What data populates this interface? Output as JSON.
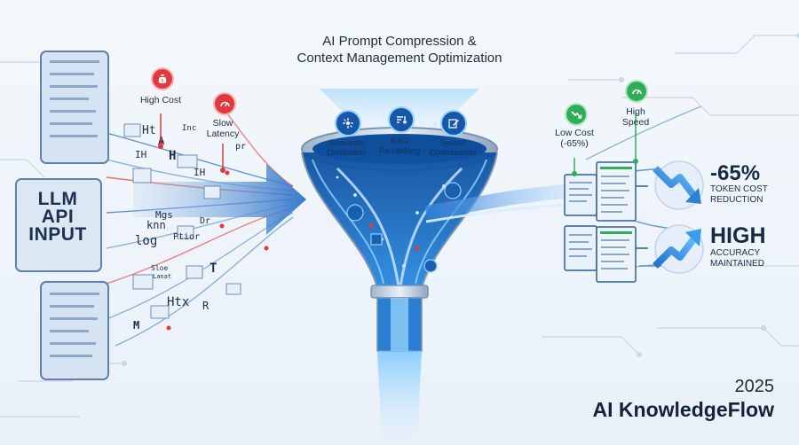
{
  "title": {
    "line1": "AI Prompt Compression &",
    "line2": "Context Management Optimization"
  },
  "input": {
    "label_lines": [
      "LLM",
      "API",
      "INPUT"
    ]
  },
  "problems": [
    {
      "label": "High Cost",
      "icon": "money-bag-icon",
      "color": "#e0393e"
    },
    {
      "label_lines": [
        "Slow",
        "Latency"
      ],
      "icon": "gauge-icon",
      "color": "#e0393e"
    }
  ],
  "stream_words": [
    "Ht",
    "Inc",
    "A",
    "H",
    "IH",
    "Mgs",
    "knn",
    "log",
    "Dr",
    "Ptior",
    "Sloe",
    "Lanat",
    "Htx",
    "R",
    "M",
    "T",
    "pr",
    "IH"
  ],
  "funnel_steps": [
    {
      "label_lines": [
        "Semantic",
        "Distillation"
      ],
      "icon": "distill-icon"
    },
    {
      "label_lines": [
        "RAG",
        "Re-ranking"
      ],
      "icon": "rerank-icon"
    },
    {
      "label_lines": [
        "Syntax",
        "Optimization"
      ],
      "icon": "edit-icon"
    }
  ],
  "benefits": [
    {
      "label_lines": [
        "Low Cost",
        "(-65%)"
      ],
      "icon": "trend-down-icon",
      "color": "#2fae5a"
    },
    {
      "label_lines": [
        "High",
        "Speed"
      ],
      "icon": "gauge-icon",
      "color": "#2fae5a"
    }
  ],
  "results": [
    {
      "big": "-65%",
      "small_lines": [
        "TOKEN COST",
        "REDUCTION"
      ],
      "icon": "trend-down-arrow-icon"
    },
    {
      "big": "HIGH",
      "small_lines": [
        "ACCURACY",
        "MAINTAINED"
      ],
      "icon": "trend-up-arrow-icon"
    }
  ],
  "footer": {
    "year": "2025",
    "brand": "AI KnowledgeFlow"
  },
  "colors": {
    "accent_blue": "#2f7fd8",
    "deep_blue": "#1b4f9a",
    "alert_red": "#e0393e",
    "ok_green": "#2fae5a"
  }
}
